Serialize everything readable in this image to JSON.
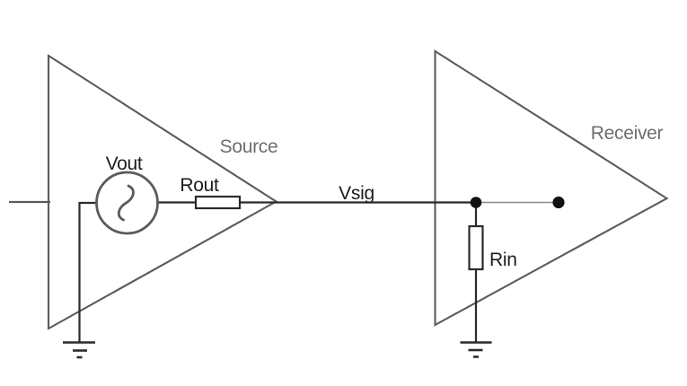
{
  "diagram": {
    "labels": {
      "vout": "Vout",
      "rout": "Rout",
      "vsig": "Vsig",
      "rin": "Rin",
      "source": "Source",
      "receiver": "Receiver"
    },
    "colors": {
      "background": "#ffffff",
      "wire": "#2b2b2b",
      "block_outline": "#5b5b5b",
      "block_label": "#6e6e6e",
      "component_label": "#1c1c1c",
      "junction_dot": "#111111",
      "thin_link": "#8c8c8c"
    }
  }
}
